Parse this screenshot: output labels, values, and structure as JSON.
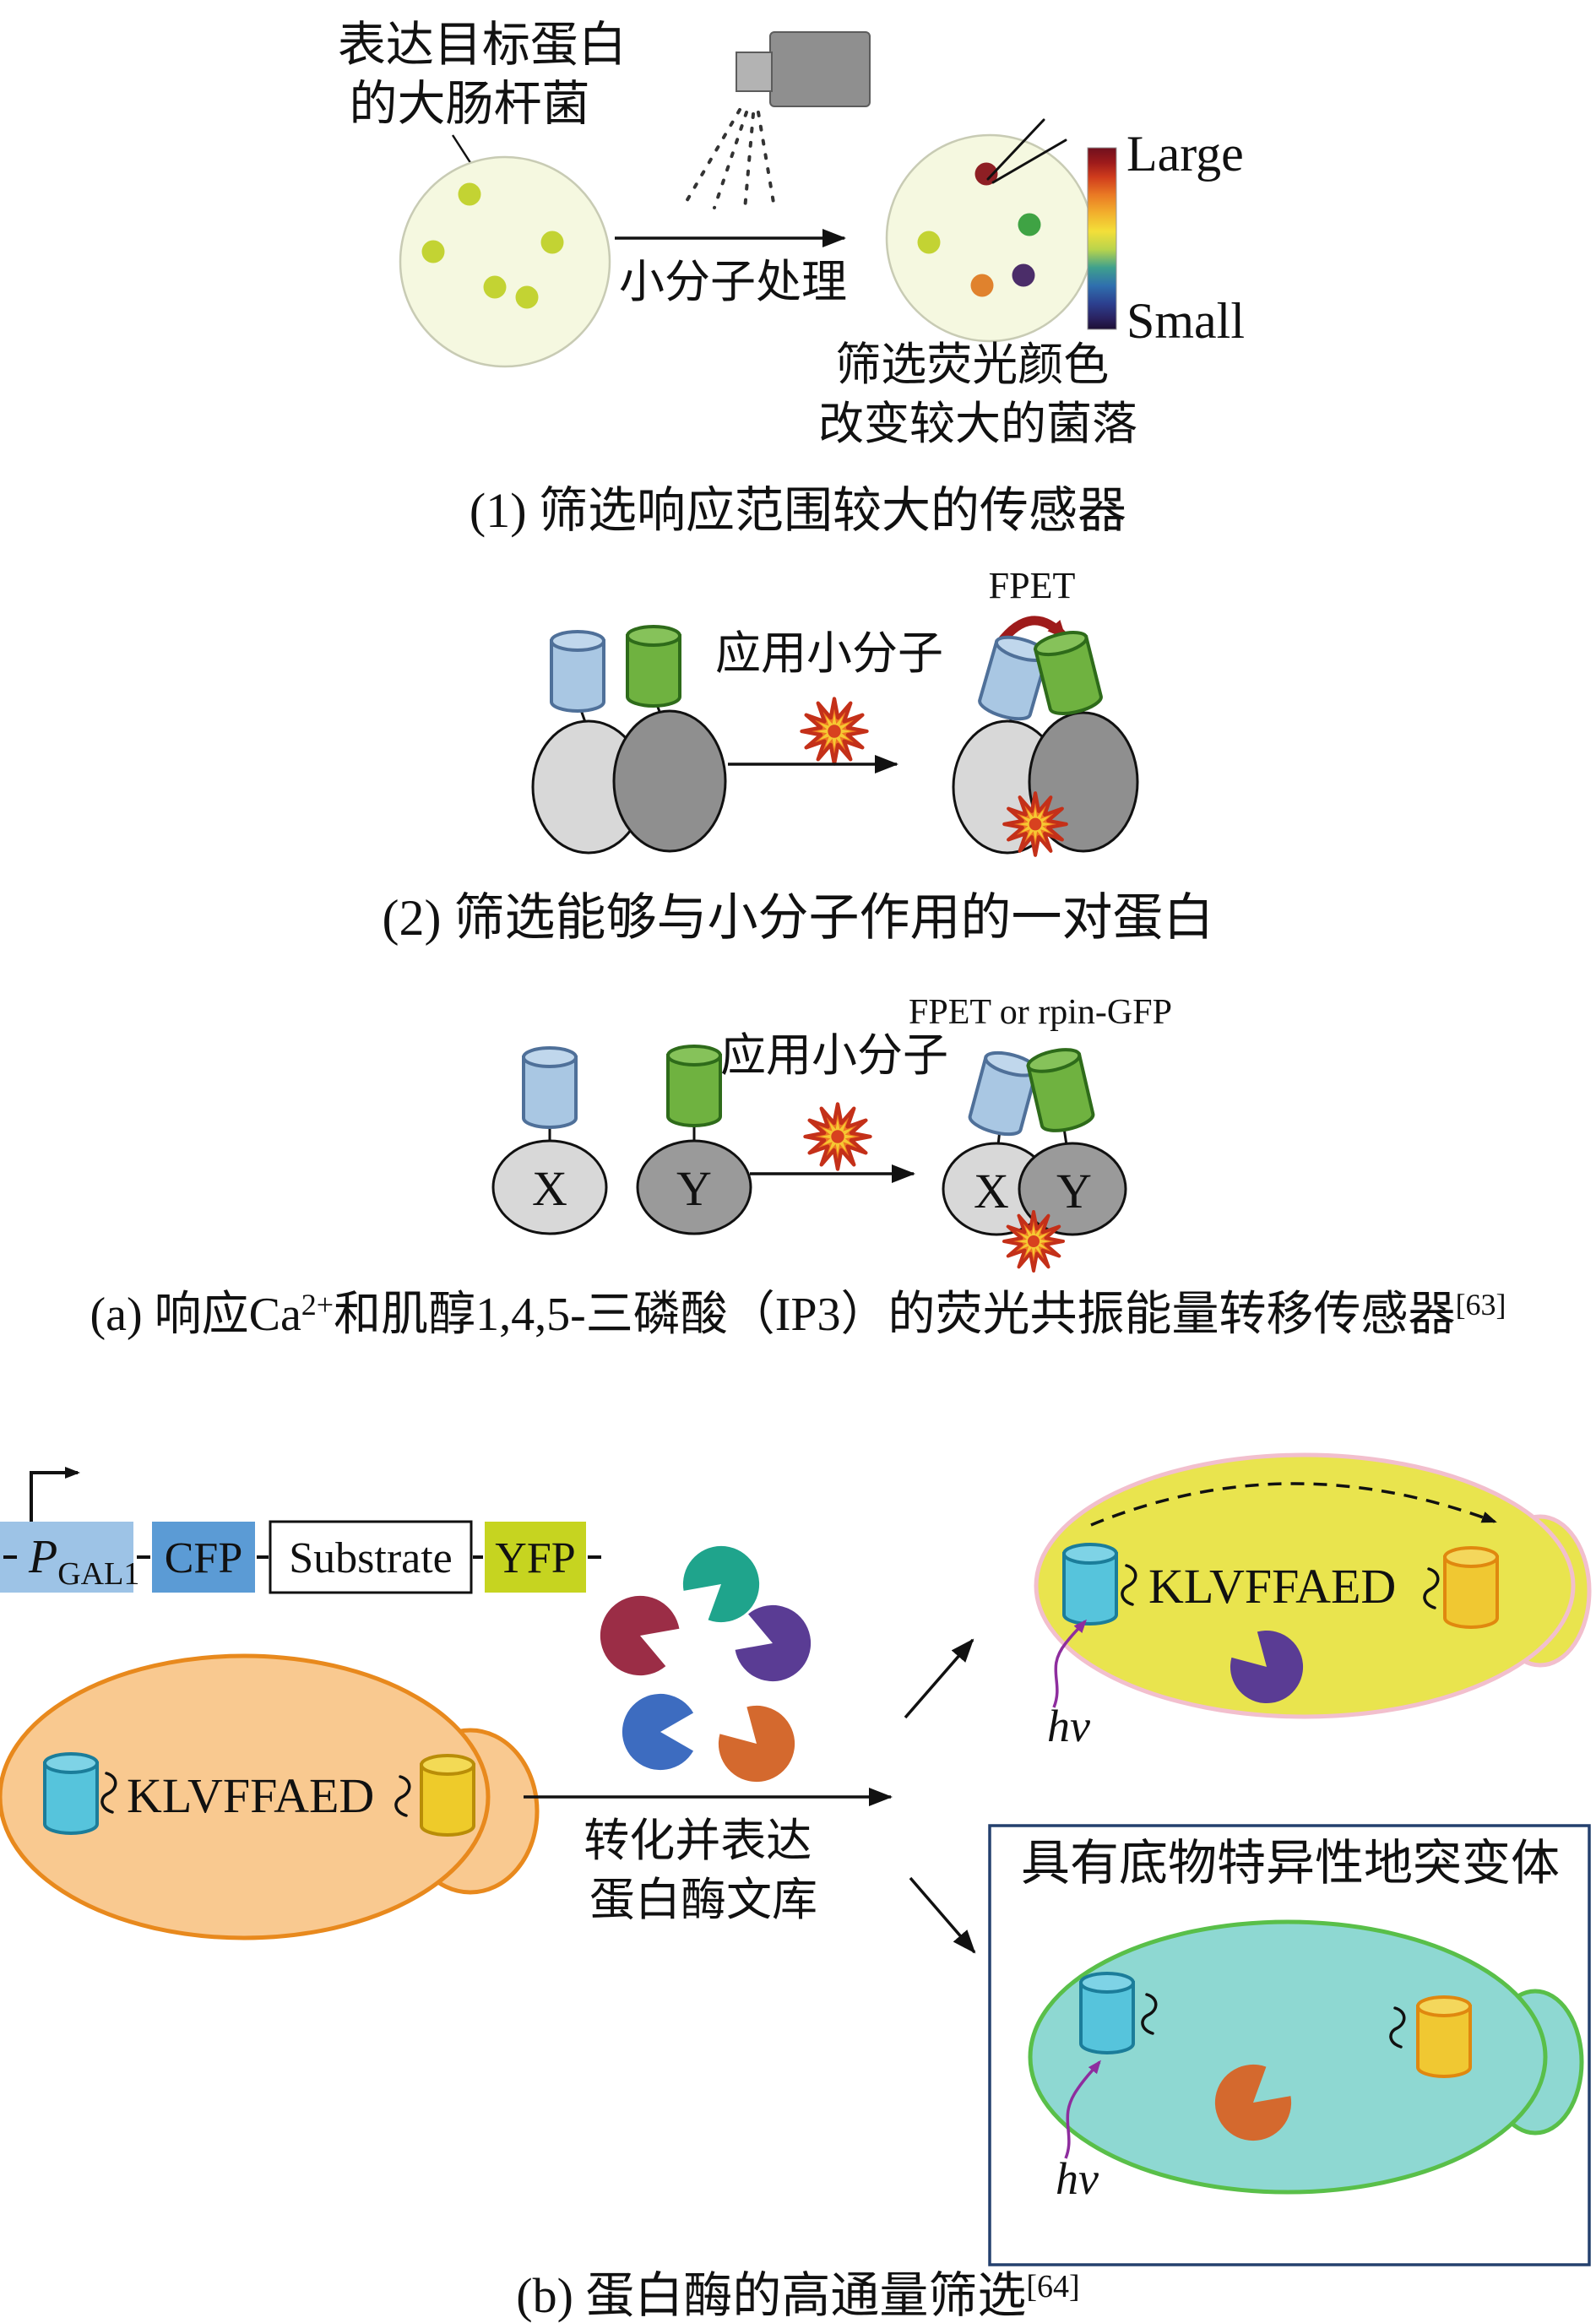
{
  "sec1": {
    "ecoli_label_line1": "表达目标蛋白",
    "ecoli_label_line2": "的大肠杆菌",
    "treatment_label": "小分子处理",
    "scale_large": "Large",
    "scale_small": "Small",
    "screen_label_line1": "筛选荧光颜色",
    "screen_label_line2": "改变较大的菌落",
    "caption": "(1) 筛选响应范围较大的传感器"
  },
  "sec2": {
    "fpet_label": "FPET",
    "apply_label": "应用小分子",
    "caption": "(2) 筛选能够与小分子作用的一对蛋白"
  },
  "sec3": {
    "fpet_label": "FPET or rpin-GFP",
    "apply_label": "应用小分子",
    "protein_x": "X",
    "protein_y": "Y",
    "caption_prefix": "(a) 响应Ca",
    "caption_sup1": "2+",
    "caption_mid": "和肌醇1,4,5-三磷酸（IP3）的荧光共振能量转移传感器",
    "caption_ref": "[63]"
  },
  "sec4": {
    "promoter_main": "P",
    "promoter_sub": "GAL1",
    "cfp": "CFP",
    "substrate": "Substrate",
    "yfp": "YFP",
    "peptide": "KLVFFAED",
    "transform_line1": "转化并表达",
    "transform_line2": "蛋白酶文库",
    "hv": "hv",
    "mutant_box_title": "具有底物特异性地突变体",
    "caption_main": "(b) 蛋白酶的高通量筛选",
    "caption_ref": "[64]"
  },
  "palette": {
    "colony_green": "#c3d333",
    "colony_red": "#8e1f24",
    "colony_dark_green": "#3fa344",
    "colony_orange": "#e0822d",
    "colony_purple": "#4b2d69",
    "scale_top": "#70101e",
    "scale_bottom": "#1d0f33",
    "pgal_box": "#9dc3e6",
    "cfp_box": "#5b9bd5",
    "yfp_box": "#c6d420",
    "cell_orange": "#f9c990",
    "cell_orange_edge": "#e8891d",
    "cell_yellow": "#e9e44e",
    "cell_yellow_edge": "#f2bfcd",
    "cell_teal": "#8ed8d2",
    "cell_teal_edge": "#59bf49",
    "mutant_box_edge": "#24406e",
    "fpet_arrow": "#9e1b1b",
    "hv_arrow": "#8e2d9e",
    "pac_maroon": "#9b2d46",
    "pac_teal": "#1fa48c",
    "pac_purple": "#5a3c94",
    "pac_blue": "#3d6cc0",
    "pac_orange": "#d4692e"
  }
}
